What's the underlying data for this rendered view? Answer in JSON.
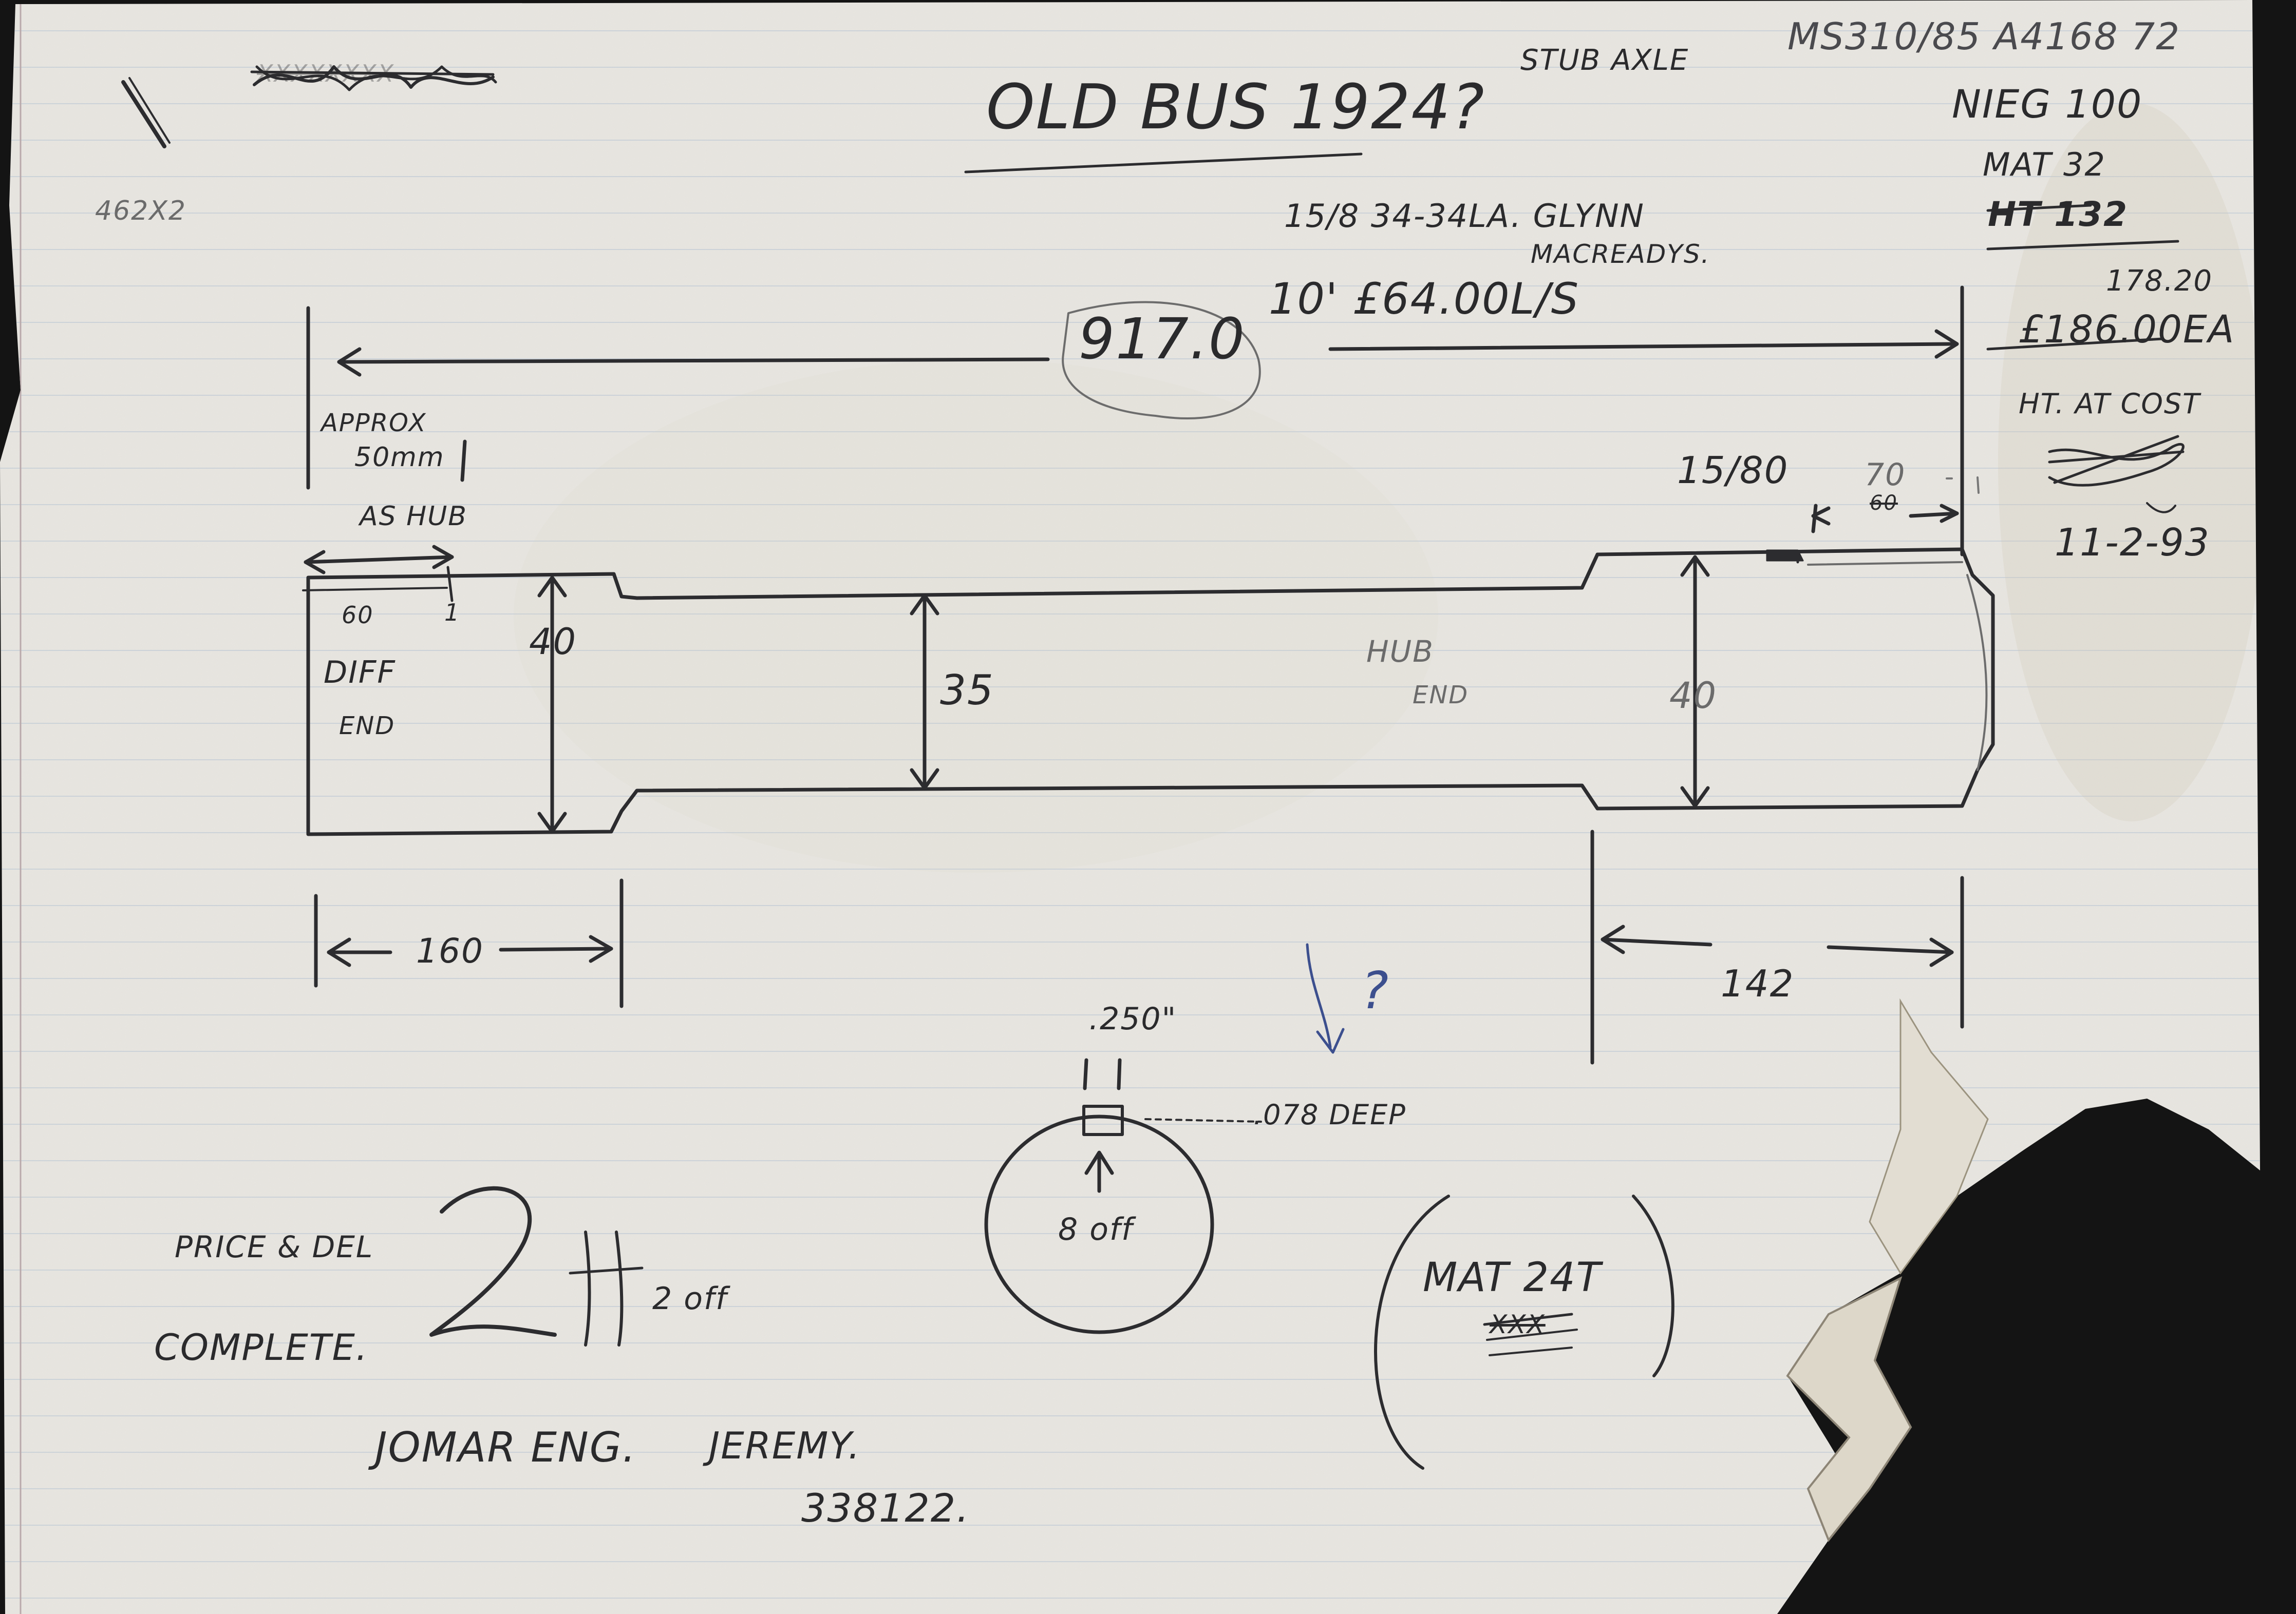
{
  "colors": {
    "paper": "#e9e7e2",
    "ruled_line": "#b7c6d6",
    "margin_line": "#b9a9ab",
    "ink": "#2a2a2c",
    "blue_ink": "#3c4f8e",
    "background": "#141414"
  },
  "archive": {
    "reference": "MS310/85 A4168 72"
  },
  "header": {
    "title": "OLD BUS 1924?",
    "part": "STUB AXLE",
    "crossed_out": "XXXXXXXX",
    "side_note": "462X2"
  },
  "supplier": {
    "line1": "15/8 34-34LA. GLYNN",
    "line2": "MACREADYS.",
    "line3": "10' £64.00L/S"
  },
  "costs": {
    "line1": "NIEG 100",
    "line2": "MAT 32",
    "line3": "HT 132",
    "line4": "178.20",
    "line5": "£186.00EA",
    "line6": "HT. AT COST",
    "date": "11-2-93"
  },
  "dimensions": {
    "overall_length": "917.0",
    "approx_note_1": "APPROX",
    "approx_note_2": "50mm",
    "as_hub": "AS HUB",
    "dim_60": "60",
    "dim_1": "1",
    "dia_left": "40",
    "dia_middle": "35",
    "dia_right": "40",
    "left_length": "160",
    "right_length": "142",
    "right_collar": "15/80",
    "right_end": "70",
    "right_end_old": "60",
    "diff_end_1": "DIFF",
    "diff_end_2": "END",
    "hub_end_1": "HUB",
    "hub_end_2": "END"
  },
  "keyway": {
    "width": ".250\"",
    "depth": ".078 DEEP",
    "count": "8 off",
    "question": "?"
  },
  "footer": {
    "price_note": "PRICE & DEL",
    "quantity": "2 off",
    "complete": "COMPLETE.",
    "company": "JOMAR ENG.",
    "contact": "JEREMY.",
    "phone": "338122.",
    "material": "MAT 24T",
    "material_crossed": "XXX"
  }
}
